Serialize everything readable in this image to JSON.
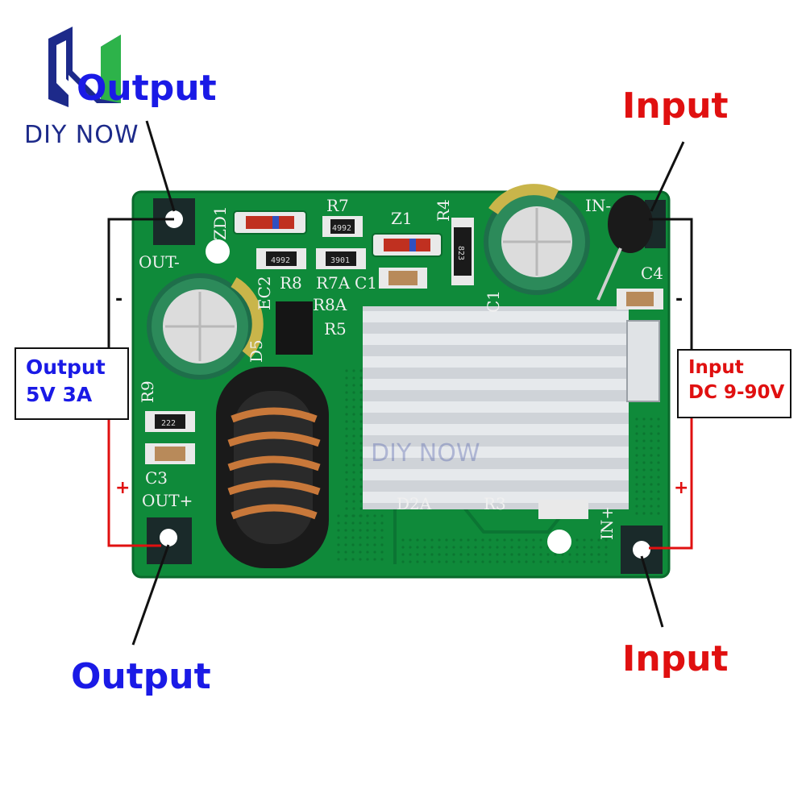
{
  "brand": {
    "name": "DIY NOW",
    "watermark": "DIY NOW",
    "colors": {
      "primary": "#1d2a8a",
      "accent": "#2db34a"
    }
  },
  "labels": {
    "output_top": "Output",
    "output_bottom": "Output",
    "input_top": "Input",
    "input_bottom": "Input"
  },
  "output_box": {
    "line1": "Output",
    "line2": "5V 3A"
  },
  "input_box": {
    "line1": "Input",
    "line2": "DC 9-90V"
  },
  "polarity": {
    "output_neg": "-",
    "output_pos": "+",
    "input_neg": "-",
    "input_pos": "+"
  },
  "silkscreen": {
    "out_neg": "OUT-",
    "out_pos": "OUT+",
    "in_neg": "IN-",
    "in_pos": "IN+",
    "zd1": "ZD1",
    "r7": "R7",
    "z1": "Z1",
    "r4": "R4",
    "ec2": "EC2",
    "r8": "R8",
    "r7a": "R7A",
    "c1a": "C1",
    "r8a": "R8A",
    "r5": "R5",
    "r9": "R9",
    "c3": "C3",
    "c1": "C1",
    "c4": "C4",
    "d2a": "D2A",
    "r3": "R3",
    "d5": "D5"
  },
  "component_marks": {
    "r7_code": "4992",
    "r8_code": "4992",
    "r7a_code": "3901",
    "r4_code": "823",
    "r9_code": "222"
  },
  "colors": {
    "pcb": "#0f8a3a",
    "output_text": "#1a1ae6",
    "input_text": "#e01010",
    "wire_black": "#111111",
    "wire_red": "#e01010"
  }
}
